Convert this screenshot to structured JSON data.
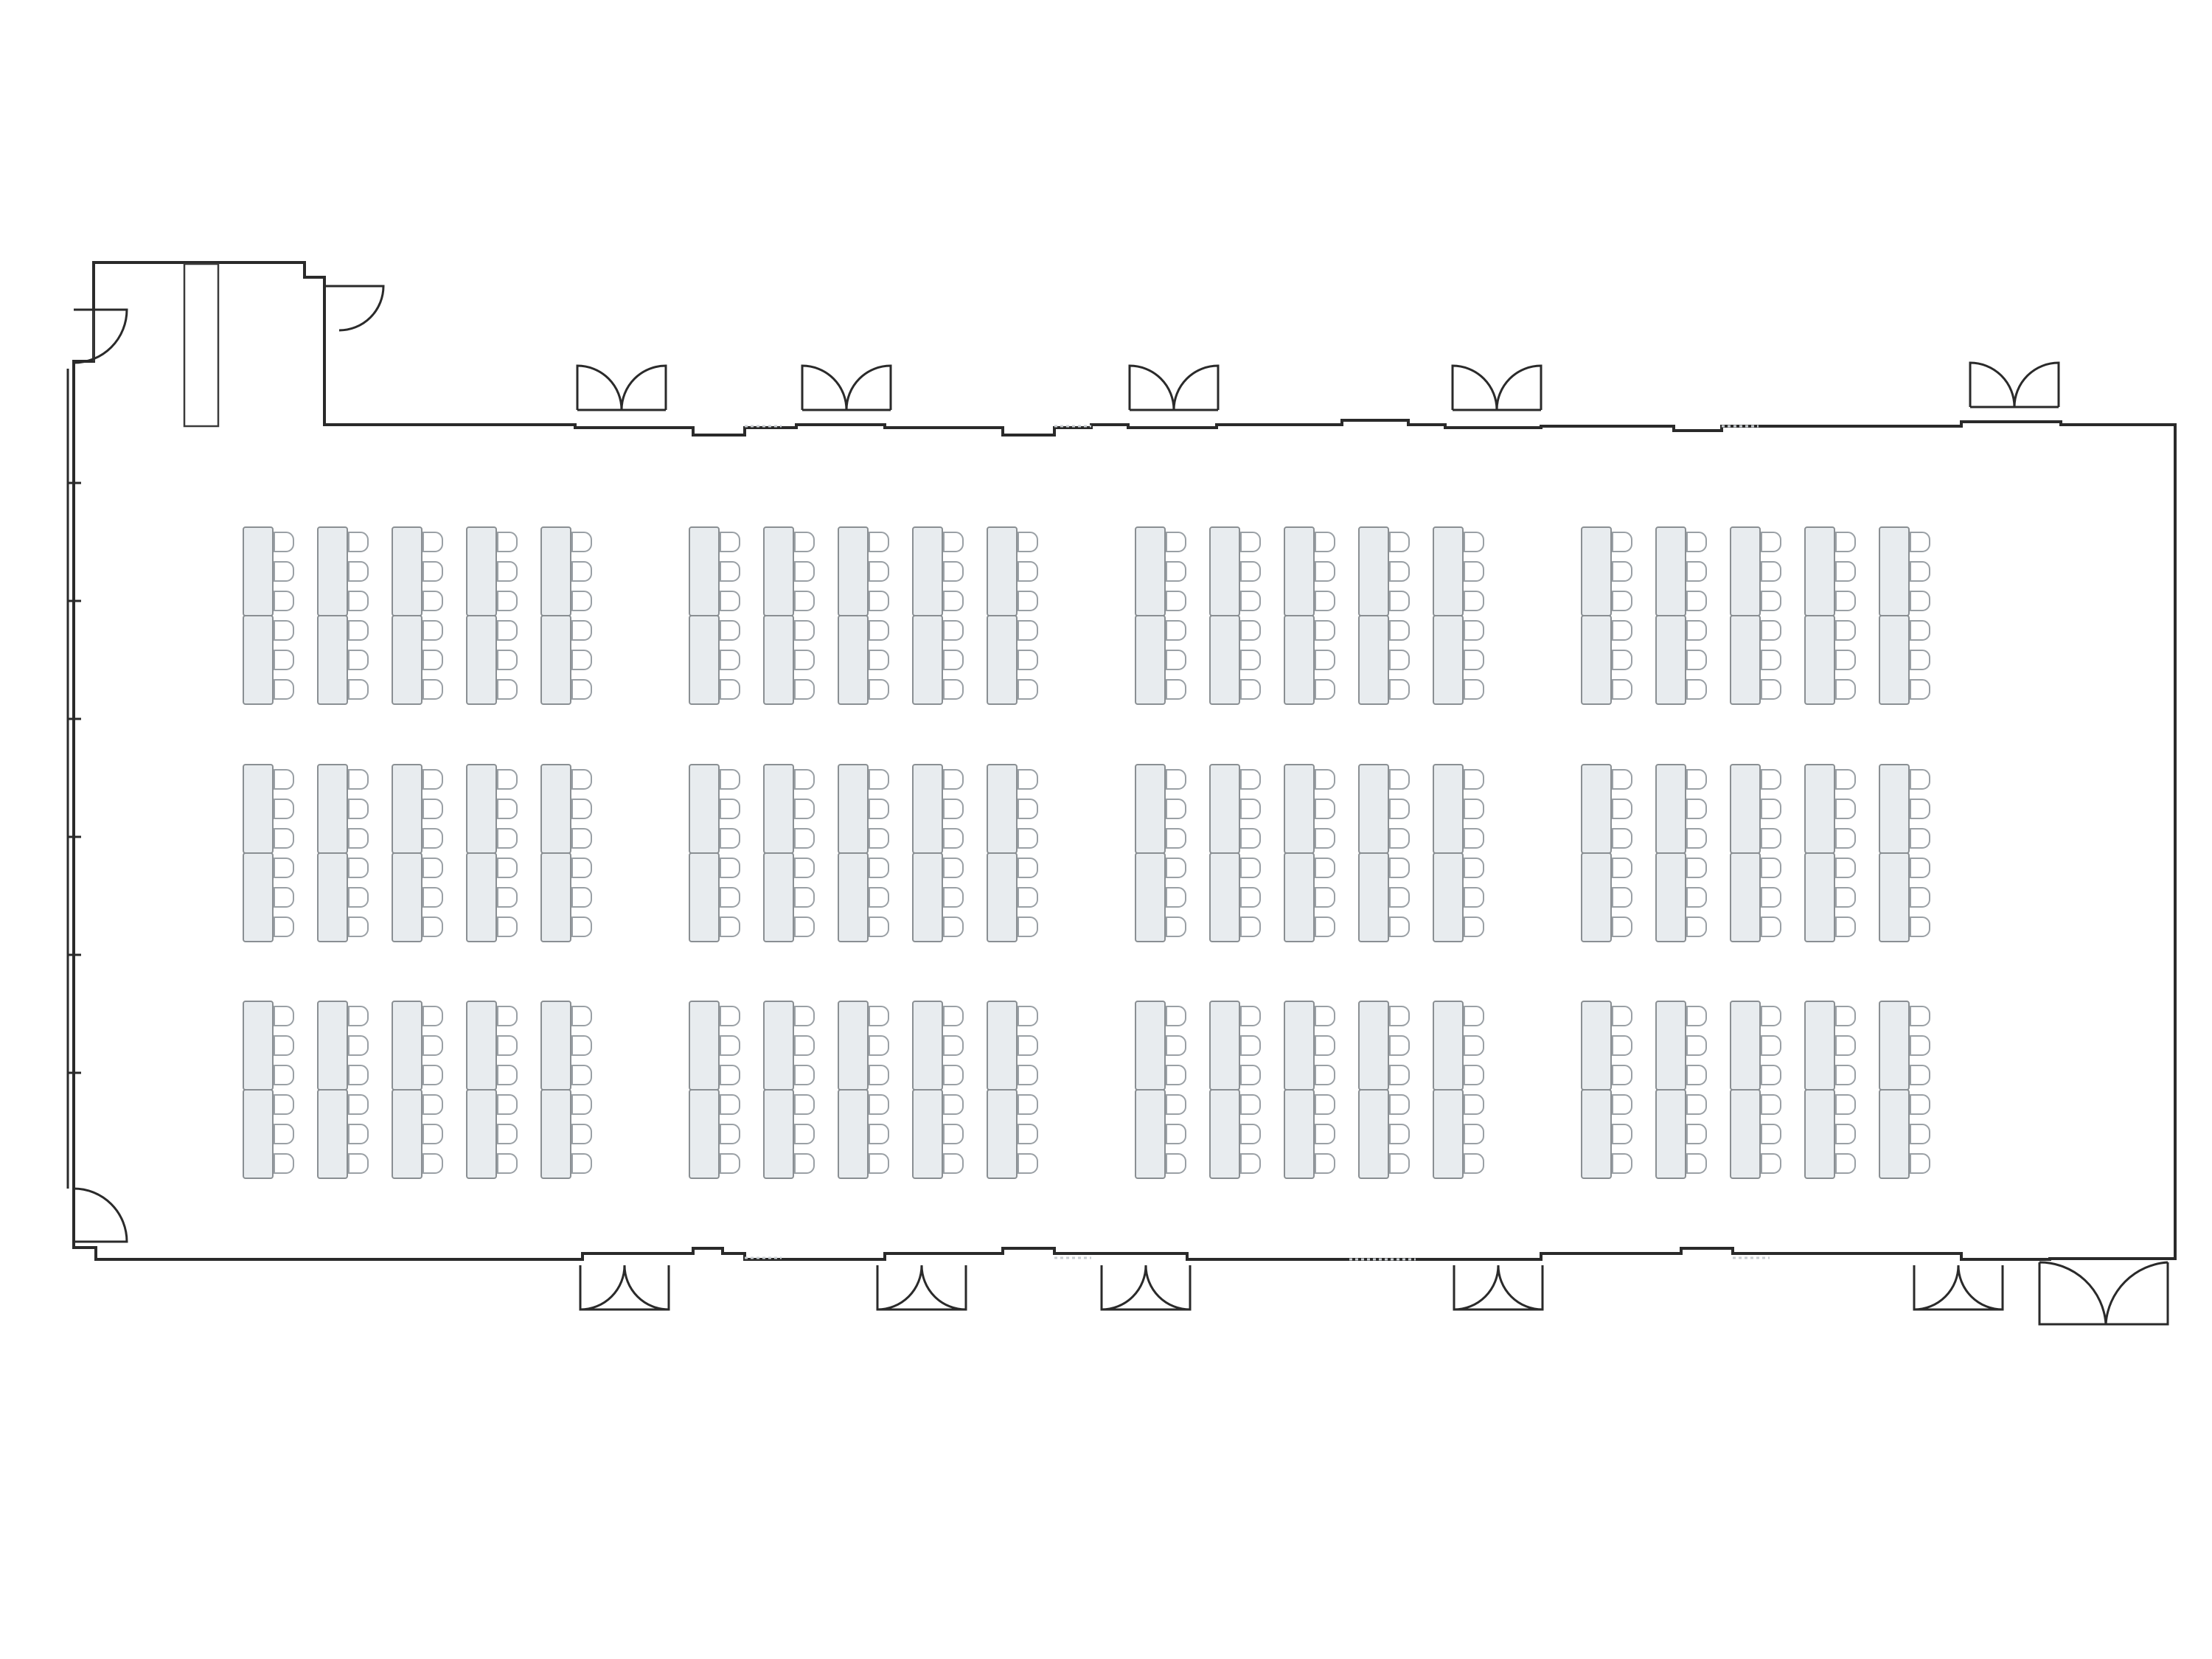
{
  "floor_plan": {
    "layout": "classroom",
    "sections": 4,
    "rows_per_section": 3,
    "tables_per_row": 5,
    "segments_per_table": 2,
    "chairs_per_segment": 3,
    "table_orientation": "vertical",
    "chair_side": "right",
    "colors": {
      "wall": "#2a2a2a",
      "table_fill": "#e8ecef",
      "table_stroke": "#8a8f93",
      "chair_stroke": "#9aa0a5",
      "background": "#ffffff"
    }
  }
}
